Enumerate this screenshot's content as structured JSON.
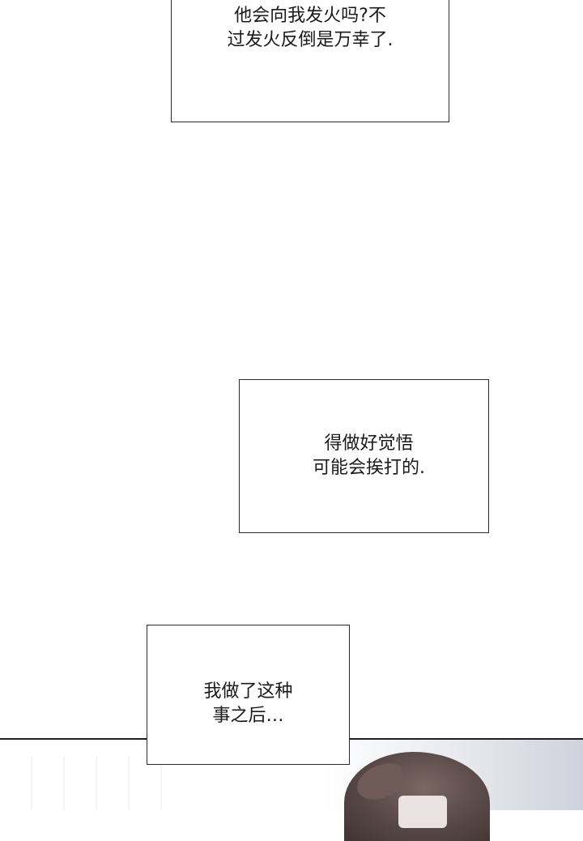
{
  "captions": [
    {
      "id": "box1",
      "lines": [
        "他会向我发火吗?不",
        "过发火反倒是万幸了."
      ]
    },
    {
      "id": "box2",
      "lines": [
        "得做好觉悟",
        "可能会挨打的."
      ]
    },
    {
      "id": "box3",
      "lines": [
        "我做了这种",
        "事之后…"
      ]
    }
  ],
  "colors": {
    "border": "#2a2a2a",
    "text": "#1a1a1a",
    "hair": "#5d4d4b"
  }
}
